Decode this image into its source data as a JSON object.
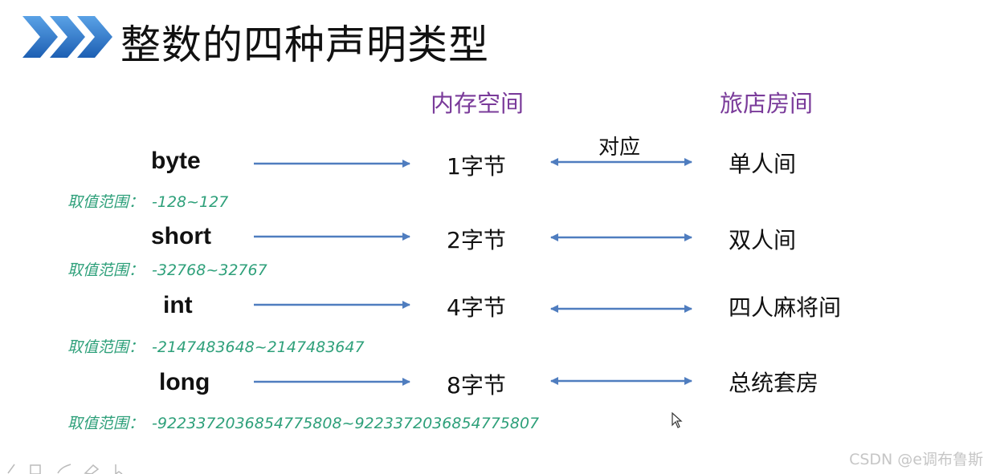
{
  "title": "整数的四种声明类型",
  "headers": {
    "memory": "内存空间",
    "hotel": "旅店房间"
  },
  "correspond_label": "对应",
  "rows": [
    {
      "type": "byte",
      "bytes": "1字节",
      "room": "单人间",
      "range_label": "取值范围：",
      "range": "-128~127"
    },
    {
      "type": "short",
      "bytes": "2字节",
      "room": "双人间",
      "range_label": "取值范围：",
      "range": "-32768~32767"
    },
    {
      "type": "int",
      "bytes": "4字节",
      "room": "四人麻将间",
      "range_label": "取值范围：",
      "range": "-2147483648~2147483647"
    },
    {
      "type": "long",
      "bytes": "8字节",
      "room": "总统套房",
      "range_label": "取值范围：",
      "range": "-9223372036854775808~9223372036854775807"
    }
  ],
  "watermark": "CSDN @e调布鲁斯",
  "colors": {
    "header": "#7a3b9a",
    "range": "#2ea07a",
    "arrow": "#4f7dbf",
    "chevron": "#2f6fc0"
  },
  "icons": [
    "chevron-icon",
    "pen-icon",
    "note-icon",
    "brush-icon",
    "eraser-icon",
    "pointer-icon",
    "mouse-cursor-icon"
  ]
}
